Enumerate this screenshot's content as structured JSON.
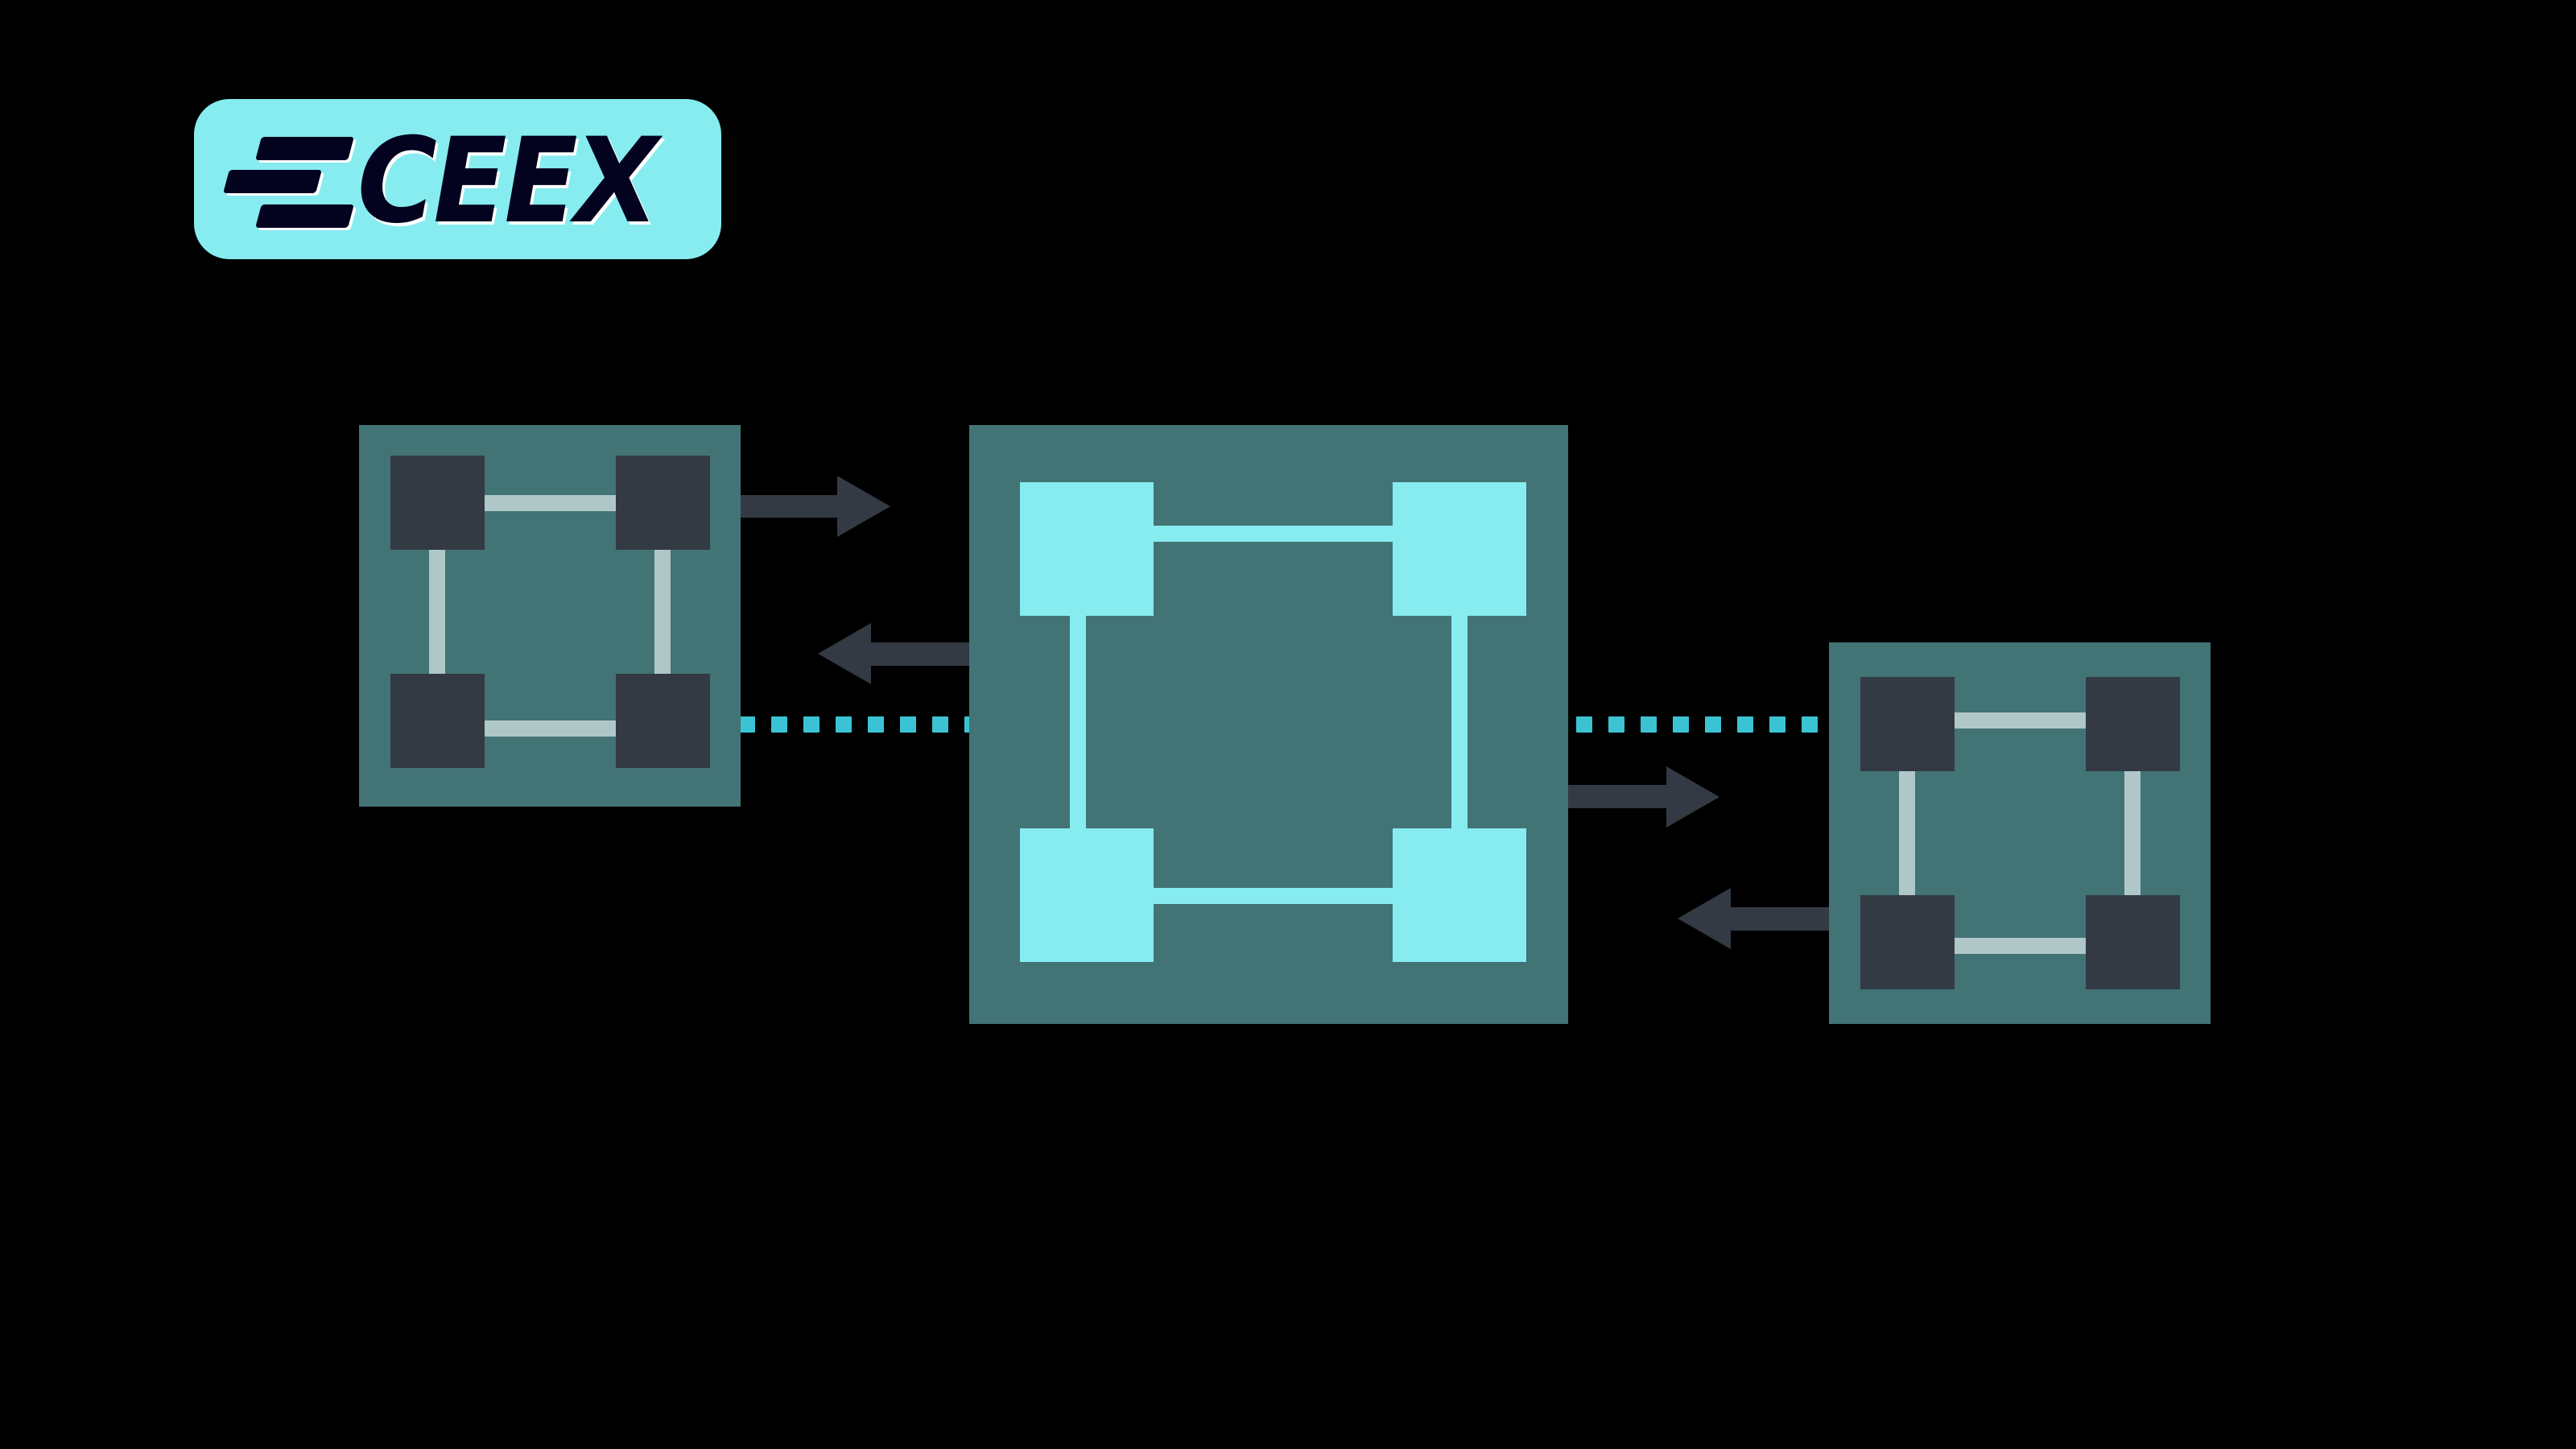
{
  "logo": {
    "text": "CEEX",
    "icon": "three-bars-icon",
    "background": "#86ecf0",
    "text_color": "#03031f"
  },
  "diagram": {
    "description": "Three blockchain clusters connected by bidirectional arrows and dotted links",
    "colors": {
      "canvas": "#000000",
      "cluster_bg": "#427375",
      "dark_node": "#333a44",
      "light_node": "#86ecf0",
      "grey_link": "#b0c7c8",
      "arrow": "#333a44",
      "dotted_link": "#3bc3d4"
    },
    "clusters": [
      {
        "id": "left-cluster",
        "node_style": "dark",
        "nodes": 4
      },
      {
        "id": "center-cluster",
        "node_style": "light",
        "nodes": 4
      },
      {
        "id": "right-cluster",
        "node_style": "dark",
        "nodes": 4
      }
    ],
    "edges": [
      {
        "from": "left-cluster",
        "to": "center-cluster",
        "type": "arrow"
      },
      {
        "from": "center-cluster",
        "to": "left-cluster",
        "type": "arrow"
      },
      {
        "from": "left-cluster",
        "to": "center-cluster",
        "type": "dotted"
      },
      {
        "from": "center-cluster",
        "to": "right-cluster",
        "type": "arrow"
      },
      {
        "from": "right-cluster",
        "to": "center-cluster",
        "type": "arrow"
      },
      {
        "from": "center-cluster",
        "to": "right-cluster",
        "type": "dotted"
      }
    ]
  }
}
